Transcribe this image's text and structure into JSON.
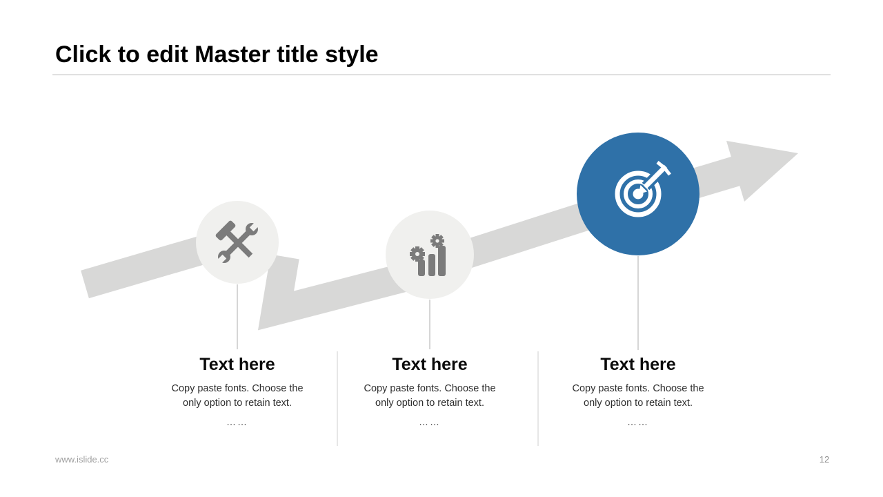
{
  "slide": {
    "title": "Click to edit Master title style",
    "footer_url": "www.islide.cc",
    "page_number": "12"
  },
  "steps": [
    {
      "icon": "tools-icon",
      "heading": "Text here",
      "body": "Copy paste fonts. Choose the only option to retain text.",
      "ellipsis": "……"
    },
    {
      "icon": "chart-gears-icon",
      "heading": "Text here",
      "body": "Copy paste fonts. Choose the only option to retain text.",
      "ellipsis": "……"
    },
    {
      "icon": "target-icon",
      "heading": "Text here",
      "body": "Copy paste fonts. Choose the only option to retain text.",
      "ellipsis": "……"
    }
  ],
  "colors": {
    "accent_blue": "#2f71a8",
    "arrow_gray": "#d8d8d7",
    "circle_gray": "#f0f0ee",
    "icon_gray": "#7b7b7b",
    "line_gray": "#bbbbbb"
  }
}
